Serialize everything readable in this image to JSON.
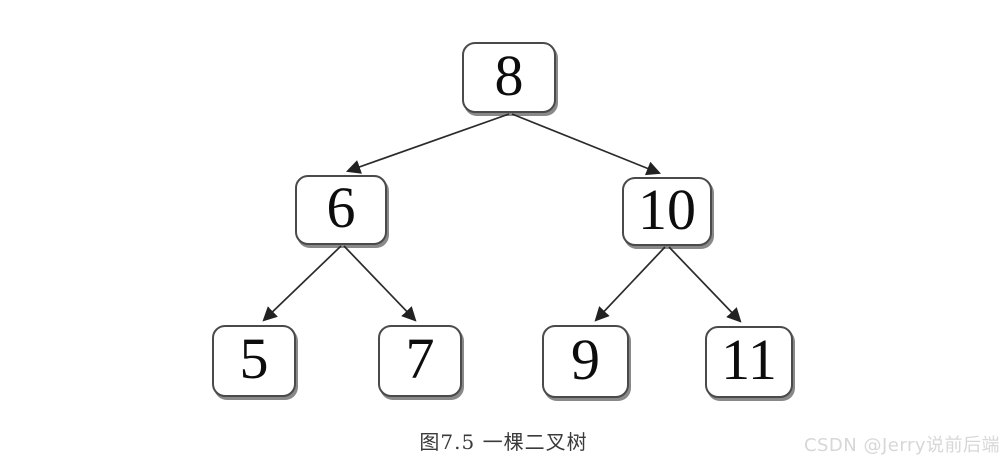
{
  "figure": {
    "caption": "图7.5 一棵二叉树",
    "watermark": "CSDN @Jerry说前后端"
  },
  "tree": {
    "type": "binary-tree",
    "root": "8",
    "nodes": [
      {
        "id": "8",
        "label": "8",
        "level": 0
      },
      {
        "id": "6",
        "label": "6",
        "level": 1
      },
      {
        "id": "10",
        "label": "10",
        "level": 1
      },
      {
        "id": "5",
        "label": "5",
        "level": 2
      },
      {
        "id": "7",
        "label": "7",
        "level": 2
      },
      {
        "id": "9",
        "label": "9",
        "level": 2
      },
      {
        "id": "11",
        "label": "11",
        "level": 2
      }
    ],
    "edges": [
      {
        "from": "8",
        "to": "6"
      },
      {
        "from": "8",
        "to": "10"
      },
      {
        "from": "6",
        "to": "5"
      },
      {
        "from": "6",
        "to": "7"
      },
      {
        "from": "10",
        "to": "9"
      },
      {
        "from": "10",
        "to": "11"
      }
    ]
  },
  "colors": {
    "node_border": "#4a4a4a",
    "node_fill": "#ffffff",
    "edge_stroke": "#2b2b2b",
    "caption_text": "#3a3a3a",
    "watermark_text": "#d7d7d7",
    "background": "#ffffff"
  }
}
